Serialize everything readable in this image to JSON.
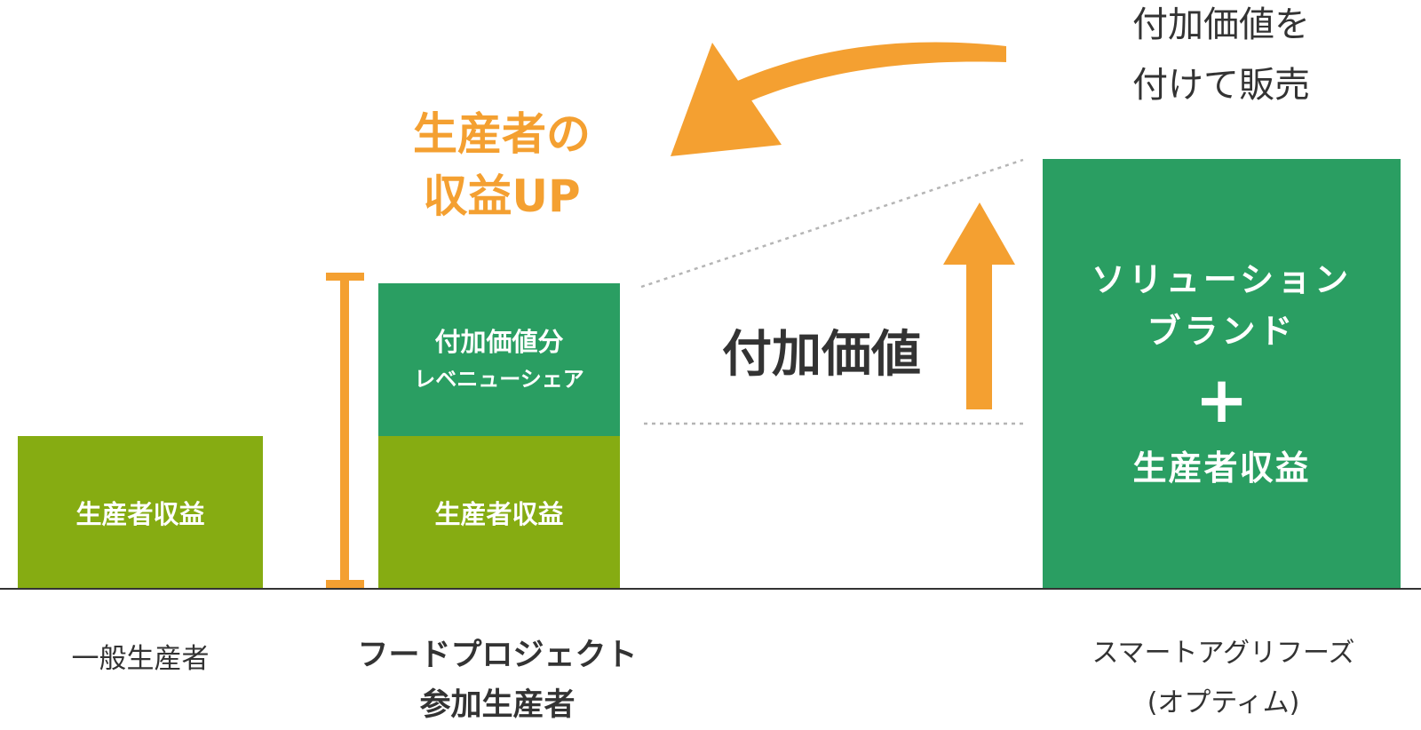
{
  "colors": {
    "orange": "#f4a031",
    "olive": "#86ac12",
    "green": "#2a9e62",
    "text": "#333333",
    "dotted": "#b5b5b5"
  },
  "blocks": {
    "general_producer_income": "生産者収益",
    "added_value_share_line1": "付加価値分",
    "added_value_share_line2": "レベニューシェア",
    "project_producer_income": "生産者収益",
    "solution_brand_line1": "ソリューション",
    "solution_brand_line2": "ブランド",
    "plus": "+",
    "optime_producer_income": "生産者収益"
  },
  "annotations": {
    "income_up_line1": "生産者の",
    "income_up_line2": "収益UP",
    "added_value": "付加価値",
    "sell_line1": "付加価値を",
    "sell_line2": "付けて販売"
  },
  "labels": {
    "general_producer": "一般生産者",
    "food_project_line1": "フードプロジェクト",
    "food_project_line2": "参加生産者",
    "smart_agri_line1": "スマートアグリフーズ",
    "smart_agri_line2": "(オプティム)"
  }
}
